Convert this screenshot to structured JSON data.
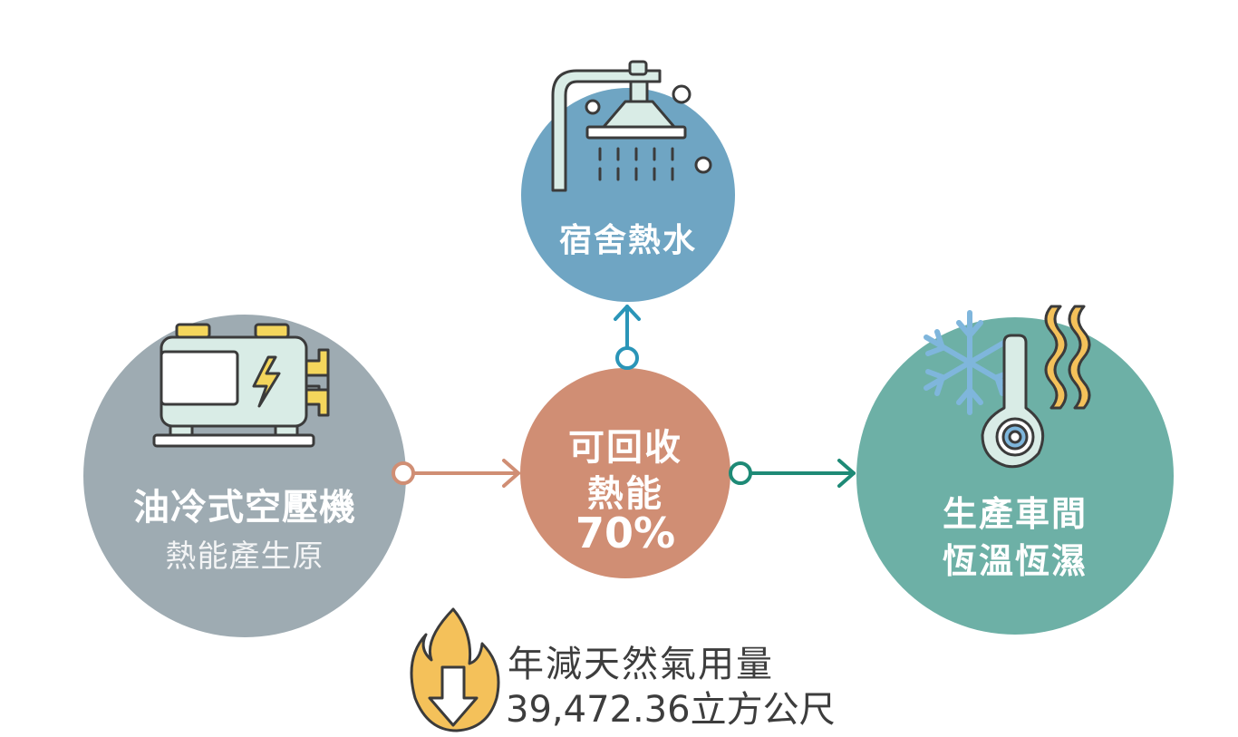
{
  "colors": {
    "source": "#9eabb2",
    "hub": "#d08e74",
    "top": "#6fa5c3",
    "right": "#6db0a6",
    "arrow_left": "#d08e74",
    "arrow_top": "#2a95b8",
    "arrow_right": "#1e8a76",
    "flame": "#f4c15a",
    "icon_fill": "#d9ece6",
    "icon_stroke": "#3b3b3b"
  },
  "source": {
    "title": "油冷式空壓機",
    "subtitle": "熱能產生原",
    "icon": "air-compressor-icon"
  },
  "hub": {
    "line1": "可回收",
    "line2": "熱能",
    "percent": "70%"
  },
  "top": {
    "title": "宿舍熱水",
    "icon": "shower-icon"
  },
  "right": {
    "line1": "生產車間",
    "line2": "恆溫恆濕",
    "icon": "thermostat-snowflake-heat-icon"
  },
  "savings": {
    "line1": "年減天然氣用量",
    "line2": "39,472.36立方公尺",
    "icon": "flame-down-arrow-icon"
  }
}
